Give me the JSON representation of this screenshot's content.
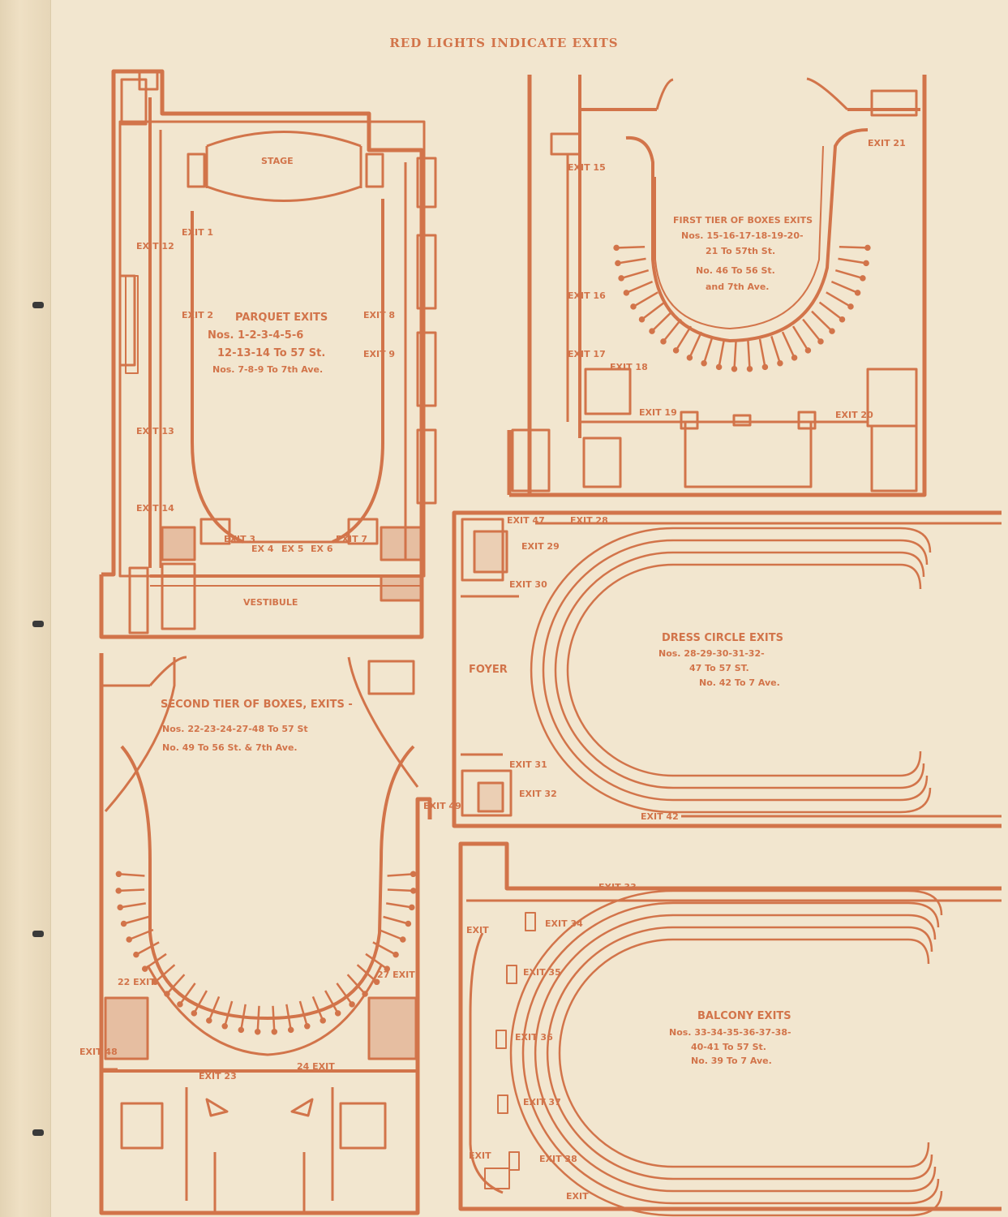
{
  "header": {
    "title": "RED LIGHTS INDICATE EXITS"
  },
  "colors": {
    "ink": "#d2744a",
    "paper": "#f2e6cf"
  },
  "parquet": {
    "stage": "STAGE",
    "heading": "PARQUET EXITS",
    "line1": "Nos. 1-2-3-4-5-6",
    "line2": "12-13-14 To 57 St.",
    "line3": "Nos. 7-8-9 To 7th Ave.",
    "vestibule": "VESTIBULE",
    "exits": {
      "e1": "EXIT 1",
      "e2": "EXIT 2",
      "e12": "EXIT 12",
      "e13": "EXIT 13",
      "e14": "EXIT 14",
      "e3": "EXIT 3",
      "e4": "EX 4",
      "e5": "EX 5",
      "e6": "EX 6",
      "e7": "EXIT 7",
      "e8": "EXIT 8",
      "e9": "EXIT 9"
    }
  },
  "first_tier": {
    "heading": "FIRST TIER OF BOXES EXITS",
    "line1": "Nos. 15-16-17-18-19-20-",
    "line2": "21 To 57th St.",
    "line3": "No. 46 To 56 St.",
    "line4": "and 7th Ave.",
    "exits": {
      "e15": "EXIT 15",
      "e16": "EXIT 16",
      "e17": "EXIT 17",
      "e18": "EXIT 18",
      "e19": "EXIT 19",
      "e20": "EXIT 20",
      "e21": "EXIT 21"
    }
  },
  "second_tier": {
    "heading": "SECOND TIER OF BOXES, EXITS -",
    "line1": "Nos. 22-23-24-27-48 To 57 St",
    "line2": "No. 49 To 56 St. & 7th Ave.",
    "exits": {
      "e22": "22 EXIT",
      "e27": "27 EXIT",
      "e48": "EXIT 48",
      "e23": "EXIT 23",
      "e24": "24 EXIT",
      "e49": "EXIT 49"
    }
  },
  "dress_circle": {
    "foyer": "FOYER",
    "heading": "DRESS CIRCLE EXITS",
    "line1": "Nos. 28-29-30-31-32-",
    "line2": "47 To 57 ST.",
    "line3": "No. 42 To 7 Ave.",
    "exits": {
      "e47": "EXIT 47",
      "e28": "EXIT 28",
      "e29": "EXIT 29",
      "e30": "EXIT 30",
      "e31": "EXIT 31",
      "e32": "EXIT 32",
      "e42": "EXIT 42"
    }
  },
  "balcony": {
    "heading": "BALCONY EXITS",
    "line1": "Nos. 33-34-35-36-37-38-",
    "line2": "40-41 To 57 St.",
    "line3": "No. 39 To 7 Ave.",
    "exits": {
      "e33": "EXIT 33",
      "e34": "EXIT 34",
      "e35": "EXIT 35",
      "e36": "EXIT 36",
      "e37": "EXIT 37",
      "e38": "EXIT 38",
      "eL1": "EXIT",
      "eL2": "EXIT",
      "eB": "EXIT"
    }
  }
}
